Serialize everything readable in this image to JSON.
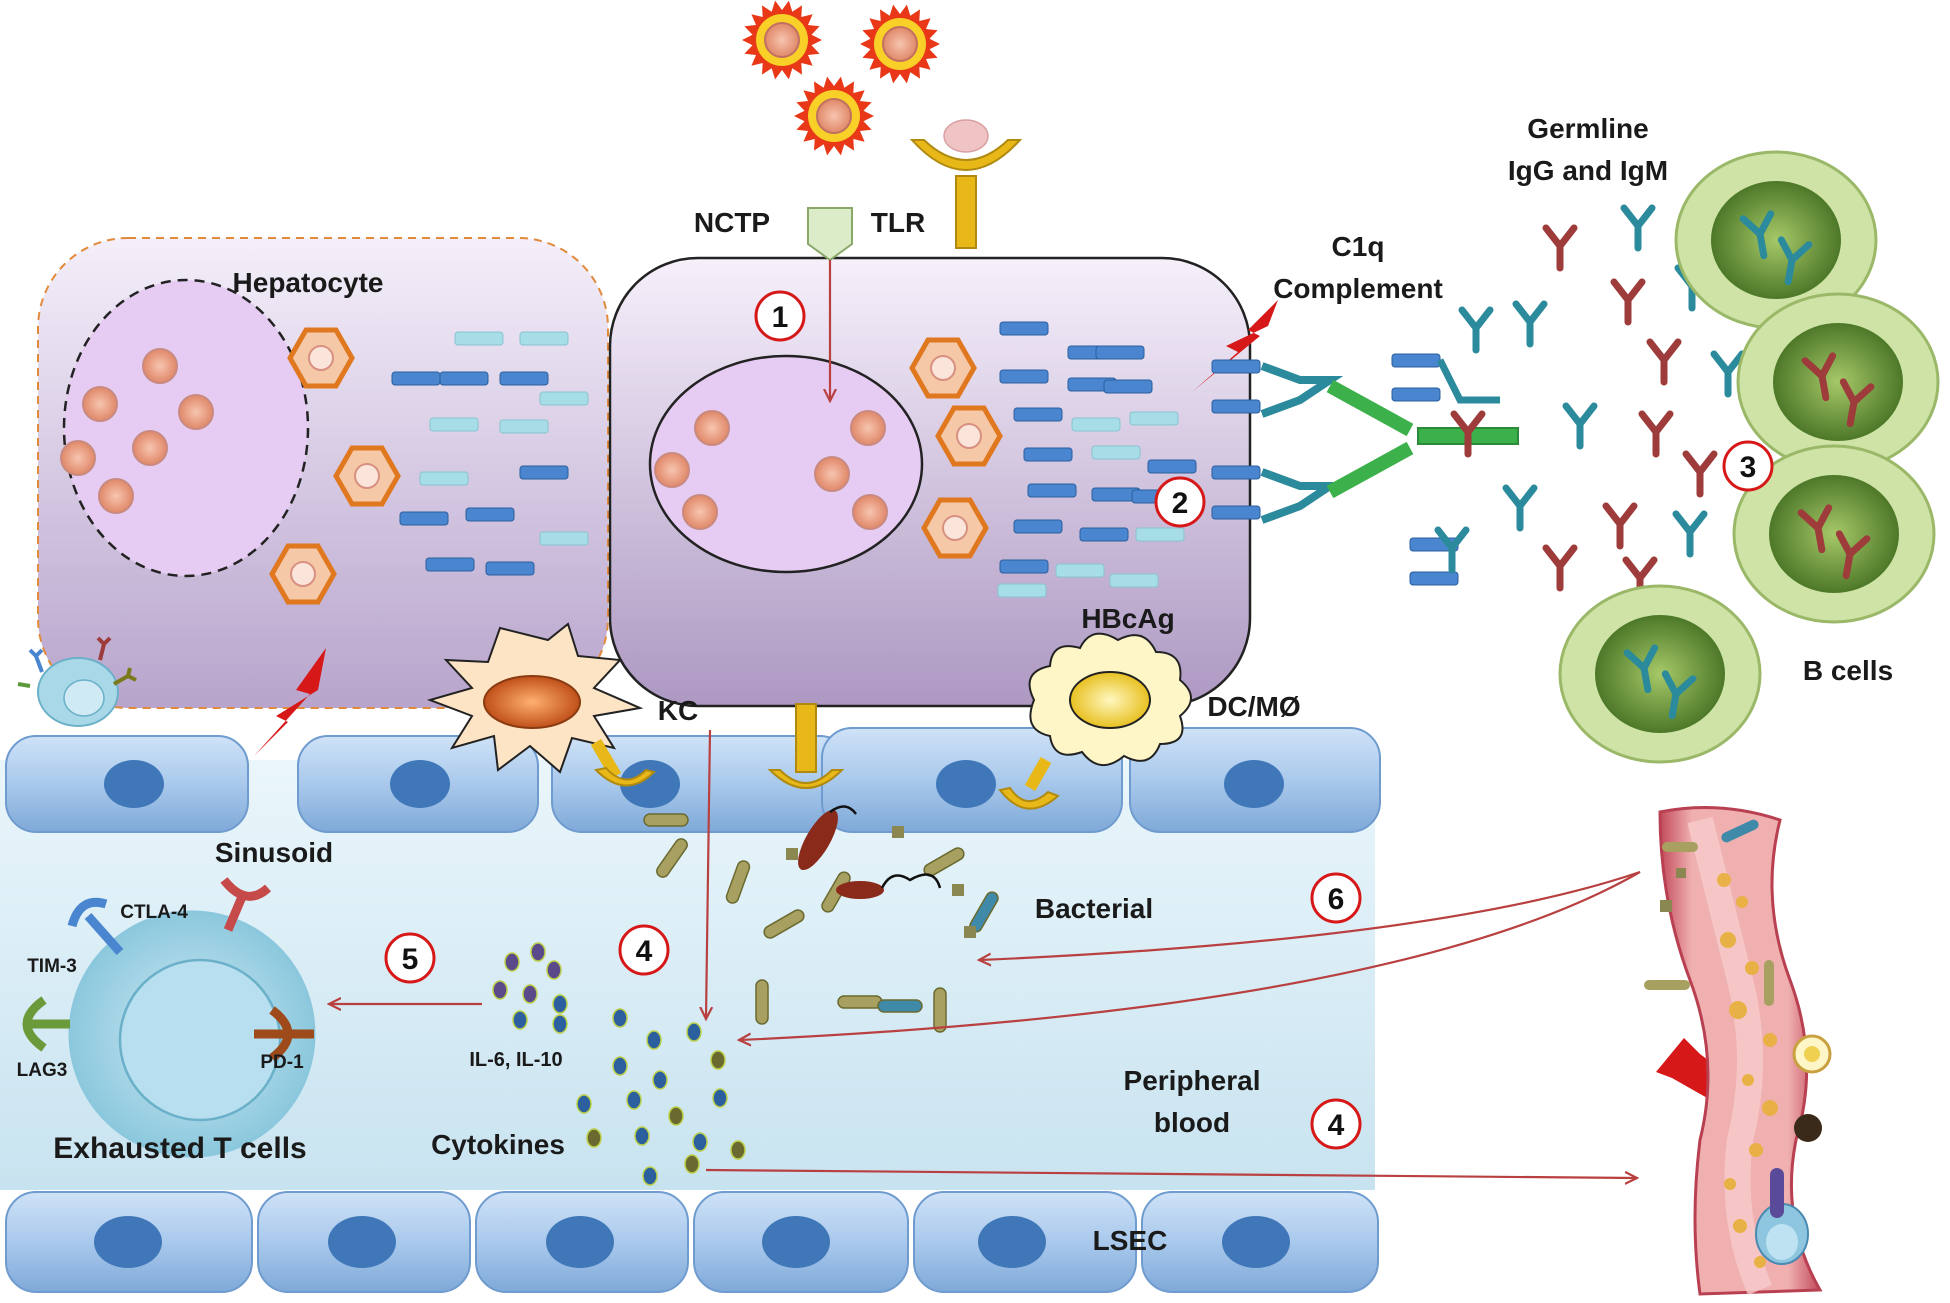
{
  "labels": {
    "hepatocyte": "Hepatocyte",
    "nctp": "NCTP",
    "tlr": "TLR",
    "c1q_line1": "C1q",
    "c1q_line2": "Complement",
    "germline_line1": "Germline",
    "germline_line2": "IgG and IgM",
    "hbcag": "HBcAg",
    "b_cells": "B cells",
    "kc": "KC",
    "dc_mo": "DC/MØ",
    "sinusoid": "Sinusoid",
    "bacterial": "Bacterial",
    "ctla4": "CTLA-4",
    "tim3": "TIM-3",
    "lag3": "LAG3",
    "pd1": "PD-1",
    "il": "IL-6, IL-10",
    "cytokines": "Cytokines",
    "exhausted": "Exhausted T cells",
    "peripheral_line1": "Peripheral",
    "peripheral_line2": "blood",
    "lsec": "LSEC"
  },
  "steps": {
    "s1": "1",
    "s2": "2",
    "s3": "3",
    "s4a": "4",
    "s4b": "4",
    "s5": "5",
    "s6": "6"
  },
  "colors": {
    "cell_fill": "#d9c6e8",
    "nucleus_fill": "#e6ccf2",
    "sinusoid_fill": "#d6ecf6",
    "endothelial": "#9fc3e9",
    "endo_nucleus": "#3f77b8",
    "antibody_teal": "#2b8a9c",
    "antibody_red": "#9e3b3b",
    "complement_green": "#3cb04a",
    "hbcag_blue": "#4a86cf",
    "hex_orange": "#e07820",
    "arrow_red": "#b94040",
    "lightning_red": "#d61818",
    "b_cell_outer": "#c8dd9a",
    "b_cell_inner": "#7ea84a",
    "vessel_pink": "#e8a0a0"
  }
}
